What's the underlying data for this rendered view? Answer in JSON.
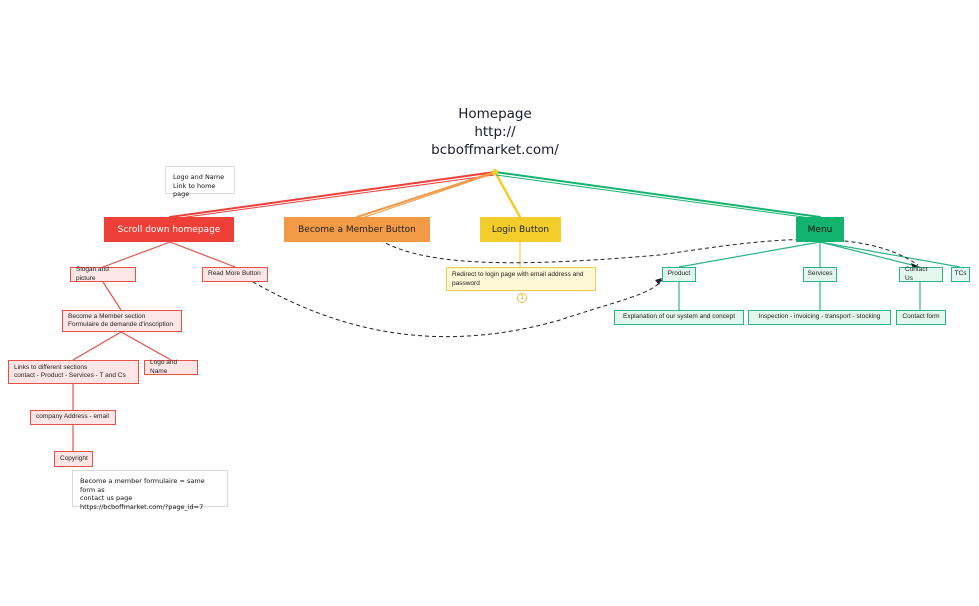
{
  "title": {
    "line1": "Homepage",
    "line2": "http://",
    "line3": "bcboffmarket.com/"
  },
  "notes": {
    "logo_note": {
      "line1": "Logo and Name",
      "line2": "Link to home page"
    },
    "member_note": {
      "line1": "Become a member formulaire = same form as",
      "line2": "contact us page",
      "line3": "https://bcboffmarket.com/?page_id=7"
    }
  },
  "branches": {
    "scroll": {
      "label": "Scroll down homepage",
      "items": {
        "slogan": "Slogan and picture",
        "read_more": "Read More Button",
        "become_section": {
          "line1": "Become a Member section",
          "line2": "Formulaire de demande d'inscription"
        },
        "links": {
          "line1": "Links to different sections",
          "line2": "contact - Product - Services - T and Cs"
        },
        "logo_name": "Logo and Name",
        "address": "company Address - email",
        "copyright": "Copyright"
      }
    },
    "member": {
      "label": "Become a Member Button"
    },
    "login": {
      "label": "Login Button",
      "detail": {
        "line1": "Redirect to login page with email address and",
        "line2": "password"
      },
      "badge": "1"
    },
    "menu": {
      "label": "Menu",
      "items": {
        "product": "Product",
        "services": "Services",
        "contact": "Contact Us",
        "tcs": "TCs"
      },
      "details": {
        "product": "Explanation of our system and concept",
        "services": "Inspection - invoicing - transport - stocking",
        "contact": "Contact form"
      }
    }
  },
  "colors": {
    "red": "#ee4039",
    "orange": "#f29a45",
    "yellow": "#f2cd2b",
    "green": "#13b36f",
    "connector_dash": "#1f1f2e"
  }
}
